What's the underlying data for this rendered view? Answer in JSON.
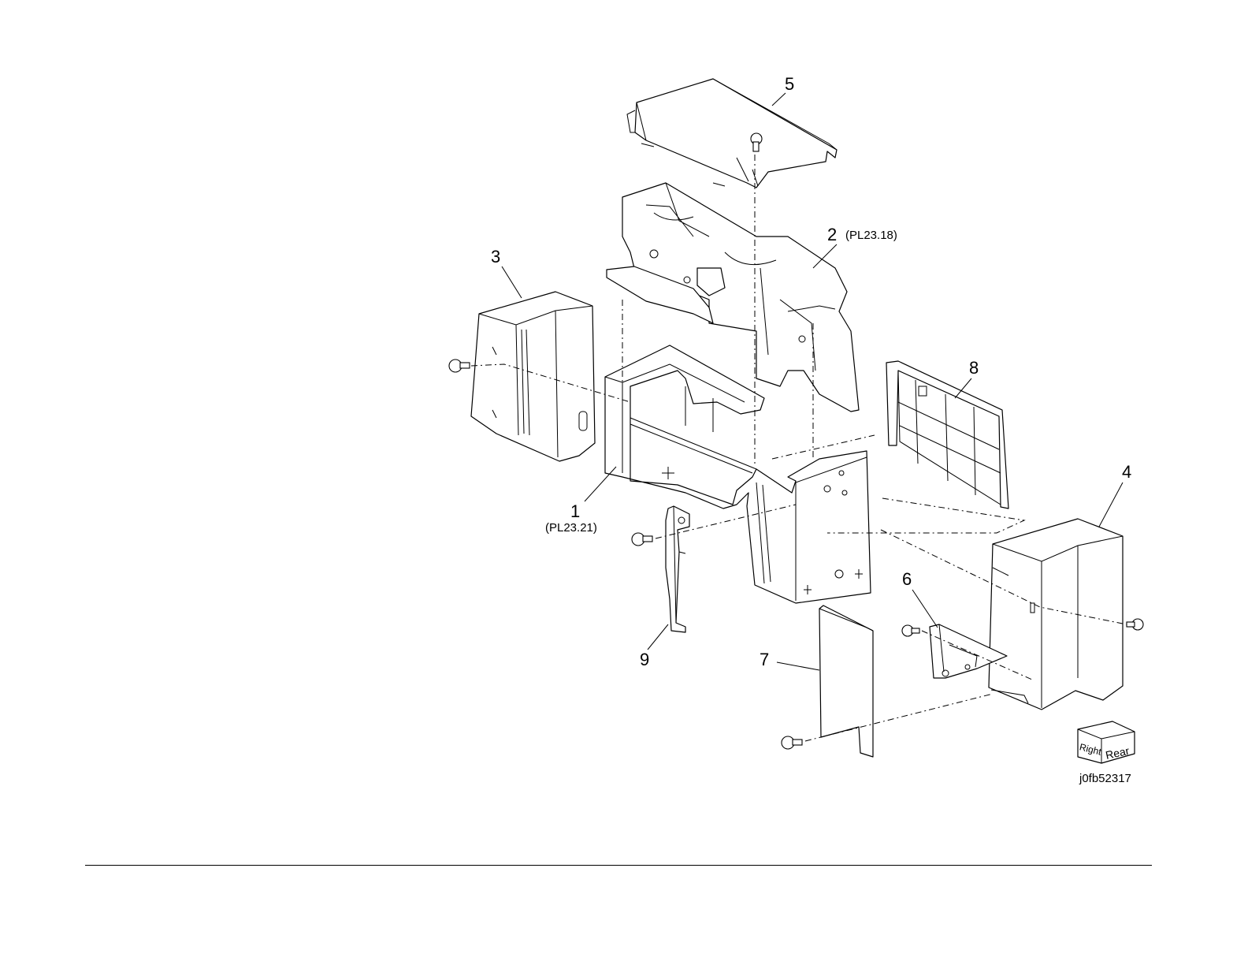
{
  "callouts": {
    "c1": {
      "num": "1",
      "ref": "(PL23.21)"
    },
    "c2": {
      "num": "2",
      "ref": "(PL23.18)"
    },
    "c3": {
      "num": "3"
    },
    "c4": {
      "num": "4"
    },
    "c5": {
      "num": "5"
    },
    "c6": {
      "num": "6"
    },
    "c7": {
      "num": "7"
    },
    "c8": {
      "num": "8"
    },
    "c9": {
      "num": "9"
    }
  },
  "orientation_cube": {
    "left_face": "Right",
    "right_face": "Rear"
  },
  "figure_id": "j0fb52317"
}
